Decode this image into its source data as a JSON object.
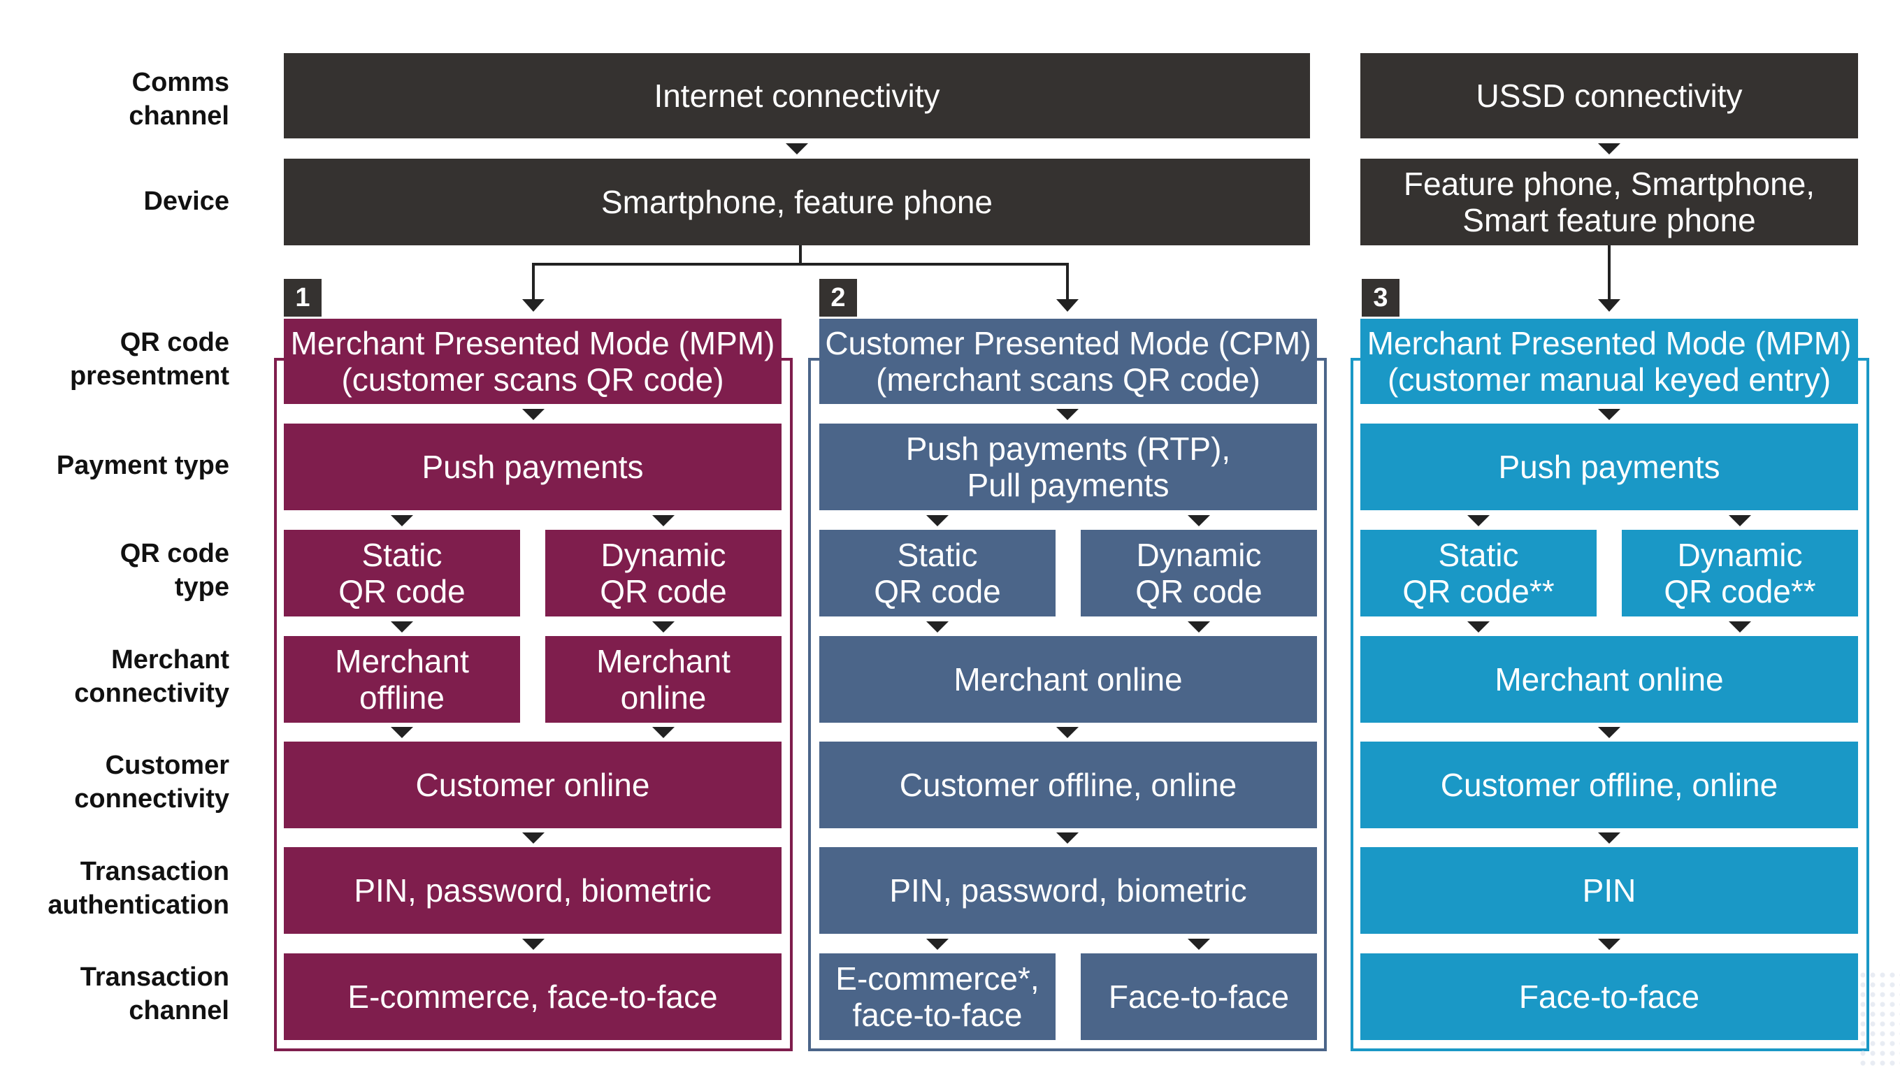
{
  "row_labels": {
    "comms": "Comms\nchannel",
    "device": "Device",
    "presentment": "QR code\npresentment",
    "payment": "Payment type",
    "qr_type": "QR code\ntype",
    "merchant": "Merchant\nconnectivity",
    "customer": "Customer\nconnectivity",
    "auth": "Transaction\nauthentication",
    "channel": "Transaction\nchannel"
  },
  "top": {
    "internet": "Internet connectivity",
    "ussd": "USSD connectivity",
    "device_internet": "Smartphone, feature phone",
    "device_ussd": "Feature phone, Smartphone,\nSmart feature phone"
  },
  "col1": {
    "badge": "1",
    "presentment": "Merchant Presented Mode (MPM)\n(customer scans QR code)",
    "payment": "Push payments",
    "qr_static": "Static\nQR code",
    "qr_dynamic": "Dynamic\nQR code",
    "merchant_a": "Merchant\noffline",
    "merchant_b": "Merchant\nonline",
    "customer": "Customer online",
    "auth": "PIN, password, biometric",
    "channel": "E-commerce, face-to-face"
  },
  "col2": {
    "badge": "2",
    "presentment": "Customer Presented Mode (CPM)\n(merchant scans QR code)",
    "payment": "Push payments (RTP),\nPull payments",
    "qr_static": "Static\nQR code",
    "qr_dynamic": "Dynamic\nQR code",
    "merchant": "Merchant online",
    "customer": "Customer offline, online",
    "auth": "PIN, password, biometric",
    "channel_a": "E-commerce*,\nface-to-face",
    "channel_b": "Face-to-face"
  },
  "col3": {
    "badge": "3",
    "presentment": "Merchant Presented Mode (MPM)\n(customer manual keyed entry)",
    "payment": "Push payments",
    "qr_static": "Static\nQR code**",
    "qr_dynamic": "Dynamic\nQR code**",
    "merchant": "Merchant online",
    "customer": "Customer offline, online",
    "auth": "PIN",
    "channel": "Face-to-face"
  },
  "colors": {
    "dark": "#353230",
    "magenta": "#7f1e4d",
    "slate": "#4b6589",
    "cyan": "#1a98c6"
  }
}
